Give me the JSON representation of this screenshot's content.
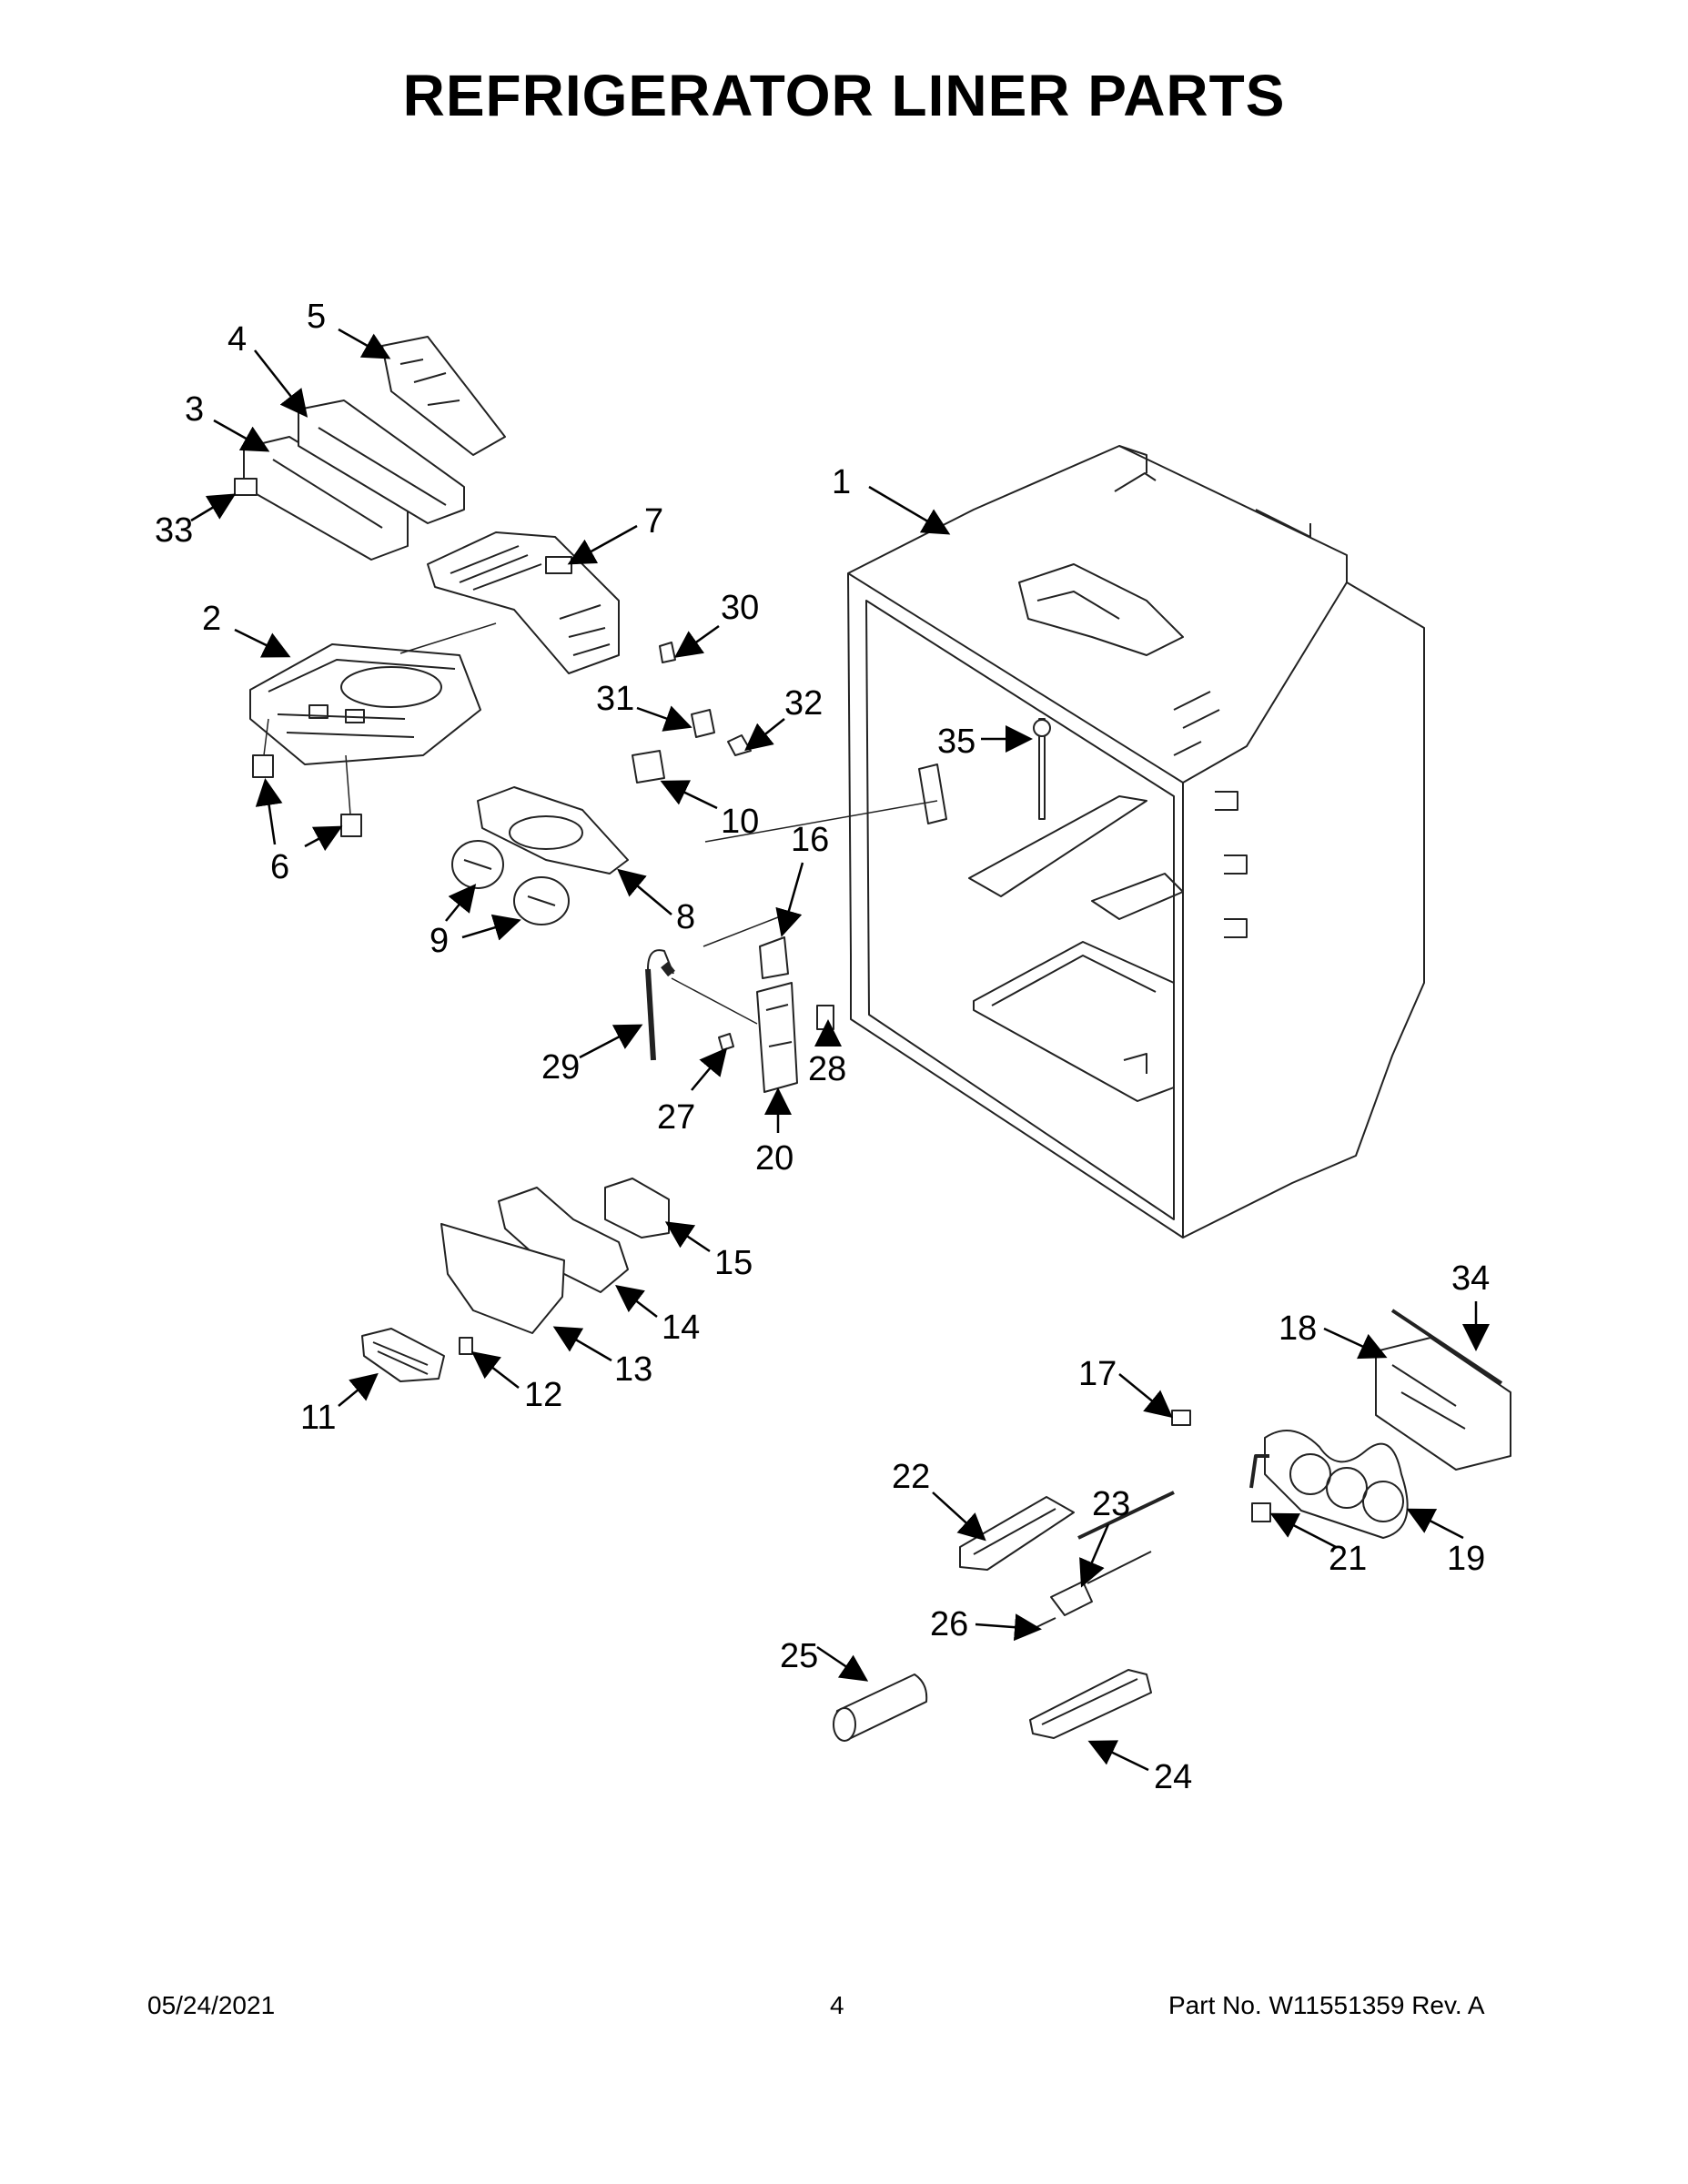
{
  "title": "REFRIGERATOR LINER PARTS",
  "callouts": [
    "1",
    "2",
    "3",
    "4",
    "5",
    "6",
    "7",
    "8",
    "9",
    "10",
    "11",
    "12",
    "13",
    "14",
    "15",
    "16",
    "17",
    "18",
    "19",
    "20",
    "21",
    "22",
    "23",
    "24",
    "25",
    "26",
    "27",
    "28",
    "29",
    "30",
    "31",
    "32",
    "33",
    "34",
    "35"
  ],
  "footer": {
    "date": "05/24/2021",
    "page": "4",
    "part": "Part No.  W11551359   Rev.  A"
  }
}
